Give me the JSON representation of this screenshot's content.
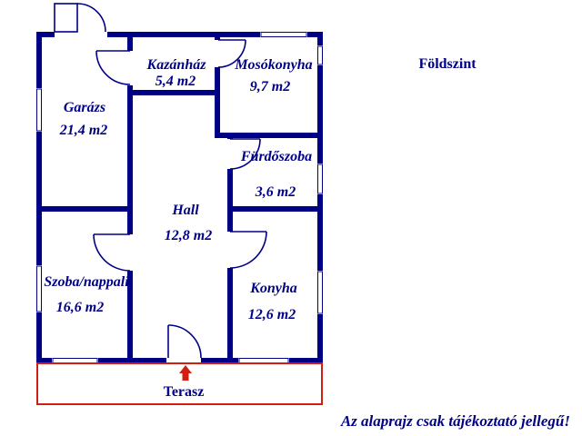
{
  "title": "Földszint",
  "footer_note": "Az alaprajz csak tájékoztató jellegű!",
  "colors": {
    "wall": "#000087",
    "red": "#d01f10"
  },
  "rooms": [
    {
      "id": "garazs",
      "name": "Garázs",
      "area": "21,4 m2"
    },
    {
      "id": "kazanhaz",
      "name": "Kazánház",
      "area": "5,4 m2"
    },
    {
      "id": "mosokonyha",
      "name": "Mosókonyha",
      "area": "9,7 m2"
    },
    {
      "id": "furdoszoba",
      "name": "Fürdőszoba",
      "area": "3,6 m2"
    },
    {
      "id": "hall",
      "name": "Hall",
      "area": "12,8 m2"
    },
    {
      "id": "szoba",
      "name": "Szoba/nappali",
      "area": "16,6 m2"
    },
    {
      "id": "konyha",
      "name": "Konyha",
      "area": "12,6 m2"
    }
  ],
  "terrace": {
    "name": "Terasz"
  }
}
